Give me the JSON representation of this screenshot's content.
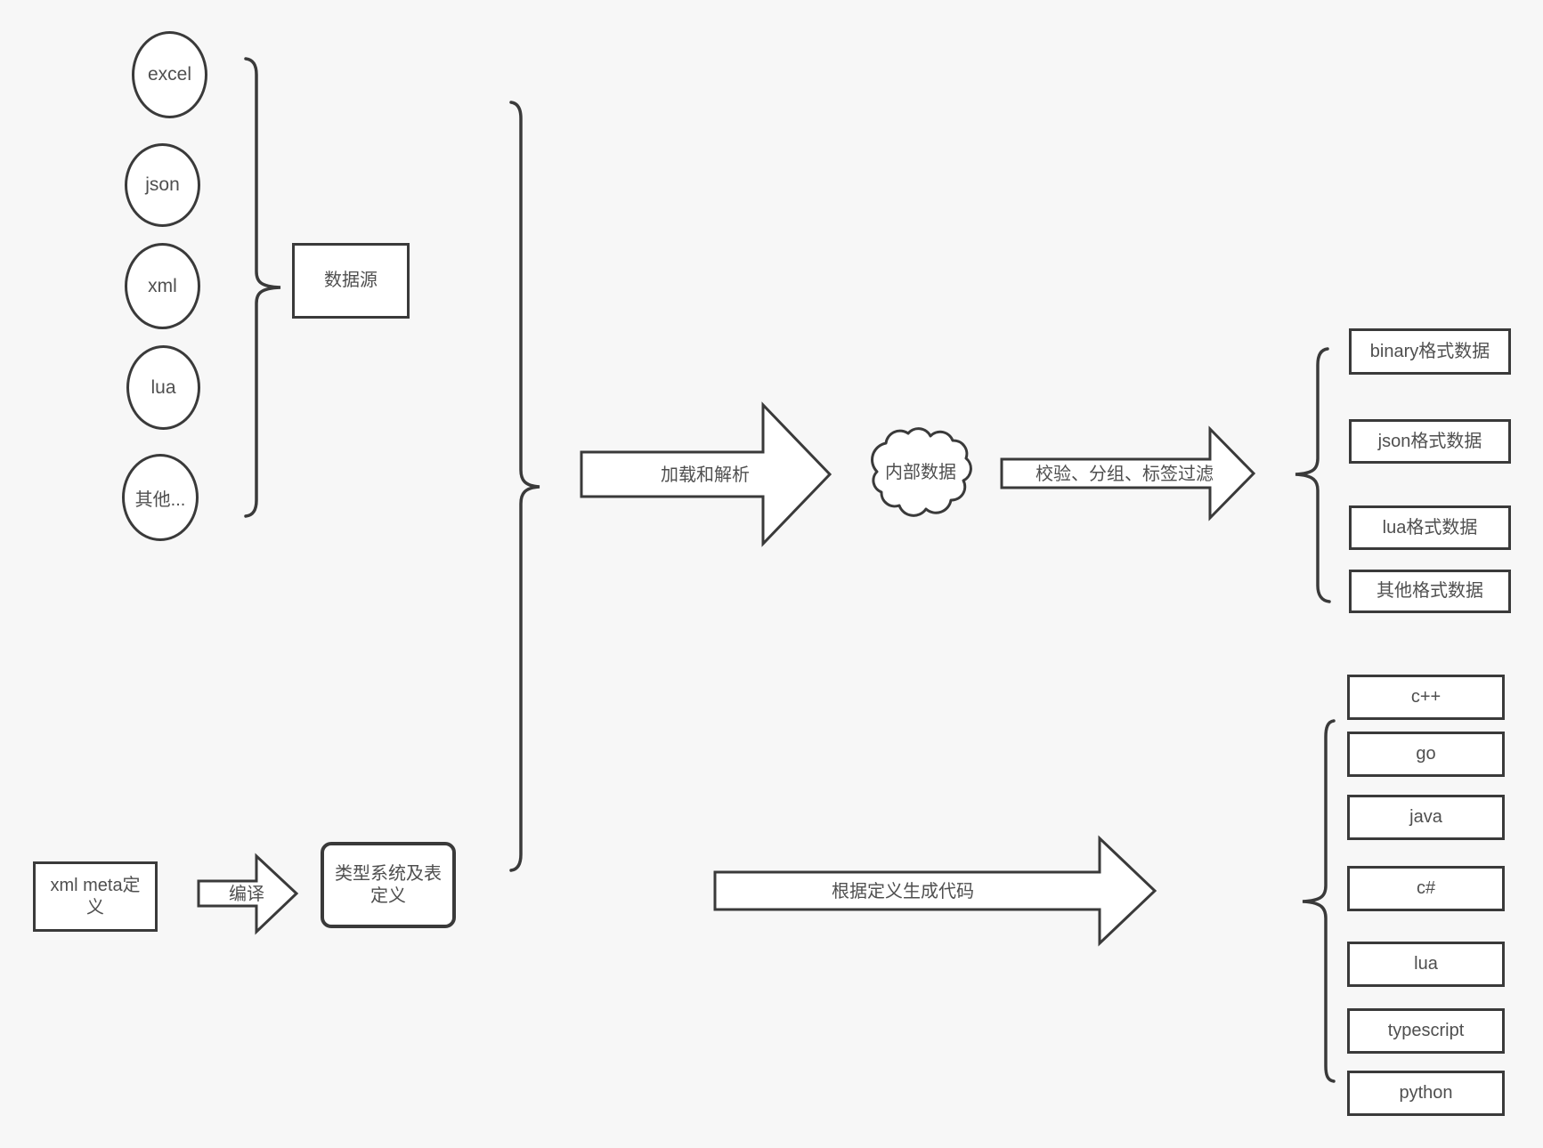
{
  "colors": {
    "background": "#f7f7f7",
    "stroke": "#3a3a3a",
    "text": "#4f4f4f",
    "shape_fill": "#ffffff"
  },
  "sources": {
    "group_label": "数据源",
    "items": [
      "excel",
      "json",
      "xml",
      "lua",
      "其他..."
    ]
  },
  "pipeline": {
    "load_arrow_label": "加载和解析",
    "cloud_label": "内部数据",
    "filter_arrow_label": "校验、分组、标签过滤",
    "output_formats": [
      "binary格式数据",
      "json格式数据",
      "lua格式数据",
      "其他格式数据"
    ]
  },
  "definition": {
    "xml_meta_label": "xml meta定义",
    "compile_arrow_label": "编译",
    "type_system_label": "类型系统及表定义",
    "codegen_arrow_label": "根据定义生成代码",
    "languages": [
      "c++",
      "go",
      "java",
      "c#",
      "lua",
      "typescript",
      "python"
    ]
  }
}
